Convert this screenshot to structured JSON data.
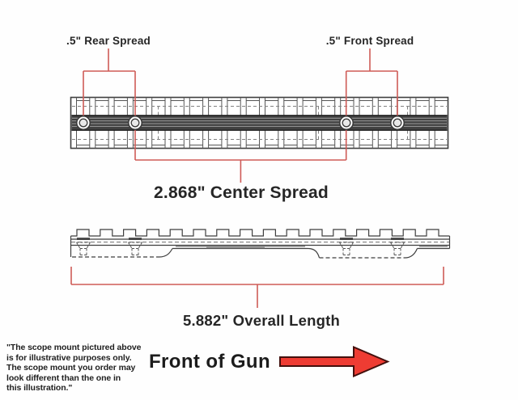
{
  "diagram": {
    "labels": {
      "rear_spread": ".5\" Rear Spread",
      "front_spread": ".5\" Front Spread",
      "center_spread": "2.868\" Center Spread",
      "overall_length": "5.882\" Overall Length",
      "front_of_gun": "Front of Gun"
    },
    "disclaimer": {
      "lines": [
        "\"The scope mount pictured above",
        "is for illustrative purposes only.",
        "The scope mount you order may",
        "look different than the one in",
        "this illustration.\""
      ]
    },
    "measurements": {
      "rear_spread_in": 0.5,
      "front_spread_in": 0.5,
      "center_spread_in": 2.868,
      "overall_length_in": 5.882
    },
    "colors": {
      "dimension_red": "#cf5b57",
      "arrow_red": "#ee3c33",
      "arrow_outline": "#43100d",
      "line_dark": "#3f3f3f",
      "text_dark": "#262626"
    }
  }
}
